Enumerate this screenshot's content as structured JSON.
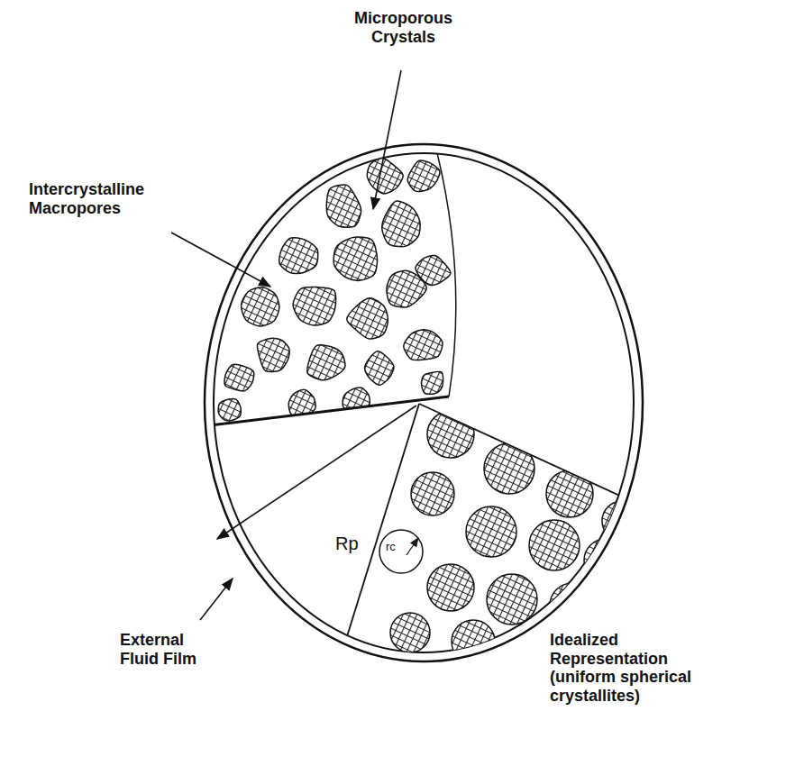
{
  "diagram": {
    "labels": [
      "Microporous Crystals",
      "Intercrystalline Macropores",
      "External Fluid Film",
      "Idealized Representation (uniform spherical crystallites)",
      "Rp",
      "rc"
    ]
  }
}
